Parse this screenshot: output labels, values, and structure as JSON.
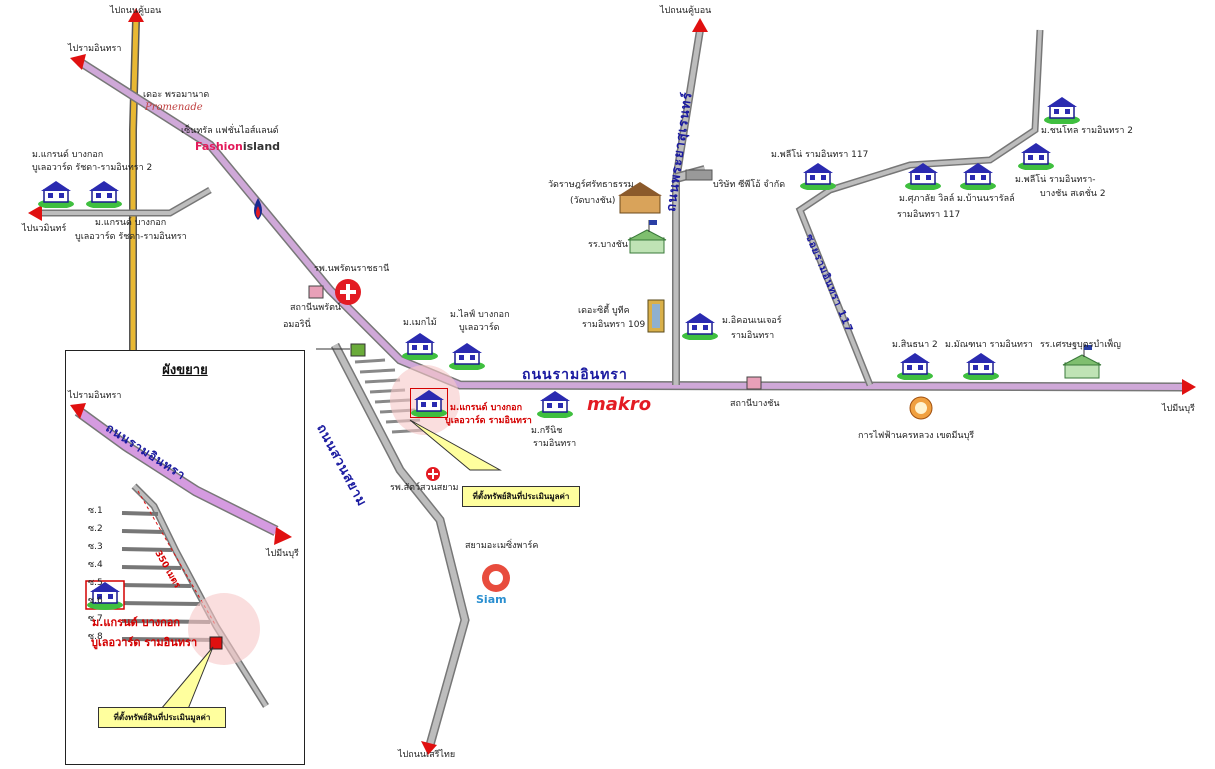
{
  "labels": {
    "to_khubon_left": "ไปถนนคู้บอน",
    "to_ramintra_left": "ไปรามอินทรา",
    "promenade_th": "เดอะ พรอมานาด",
    "promenade_logo": "Promenade",
    "fashion_th": "เซ็นทรัล แฟชั่นไอส์แลนด์",
    "fashion_logo_a": "Fashion",
    "fashion_logo_b": "island",
    "grand_top": "ม.แกรนด์ บางกอก",
    "grand_top2": "บูเลอวาร์ด รัชดา-รามอินทรา 2",
    "to_nawamin": "ไปนวมินทร์",
    "grand_bottom": "ม.แกรนด์ บางกอก",
    "grand_bottom2": "บูเลอวาร์ด รัชดา-รามอินทรา",
    "hospital": "รพ.นพรัตนราชธานี",
    "station_nopparat": "สถานีนพรัตน์",
    "amorini": "อมอรินี่",
    "mae_mai": "ม.เมกไม้",
    "life_bangkok": "ม.ไลฟ์ บางกอก",
    "life_bangkok2": "บูเลอวาร์ด",
    "grand_subject": "ม.แกรนด์ บางกอก",
    "grand_subject2": "บูเลอวาร์ด รามอินทรา",
    "krinich": "ม.กรีนิช",
    "krinich2": "รามอินทรา",
    "makro": "makro",
    "vet_hospital": "รพ.สัตว์สวนสยาม",
    "callout": "ที่ตั้งทรัพย์สินที่ประเมินมูลค่า",
    "siam_park": "สยามอะเมซิ่งพาร์ค",
    "siam_logo": "Siam",
    "to_seri_thai": "ไปถนนเสรีไทย",
    "to_khubon_right": "ไปถนนคู้บอน",
    "wat": "วัดราษฎร์ศรัทธาธรรม",
    "wat2": "(วัดบางชัน)",
    "school_bangchan": "รร.บางชัน",
    "the_city": "เดอะซิตี้ บูทีค",
    "the_city2": "รามอินทรา 109",
    "excellent": "ม.อิคอนเนเจอร์",
    "excellent2": "รามอินทรา",
    "company": "บริษัท ซีพีโอ้ จำกัด",
    "station_bangchan": "สถานีบางชัน",
    "to_minburi": "ไปมีนบุรี",
    "mea": "การไฟฟ้านครหลวง เขตมีนบุรี",
    "sinthana": "ม.สินธนา 2",
    "mantana": "ม.มัณฑนา รามอินทรา",
    "school_right": "รร.เศรษฐบุตรบำเพ็ญ",
    "pleno117": "ม.พลีโน่ รามอินทรา 117",
    "sukalai": "ม.ศุภาลัย วิลล์",
    "sukalai2": "รามอินทรา 117",
    "baan_norarat": "ม.บ้านนรารัลล์",
    "chanthon": "ม.ชนโทล รามอินทรา 2",
    "pleno_bangchan": "ม.พลีโน่ รามอินทรา-",
    "pleno_bangchan2": "บางชัน สเตชั่น 2"
  },
  "roads": {
    "ramintra": "ถนนรามอินทรา",
    "suan_siam": "ถนนสวนสยาม",
    "phraya_suren": "ถนนพระยาสุเรนทร์",
    "soi_ramintra_117": "ซอยรามอินทรา 117"
  },
  "inset": {
    "title": "ผังขยาย",
    "to_ramintra": "ไปรามอินทรา",
    "road": "ถนนรามอินทรา",
    "to_minburi": "ไปมีนบุรี",
    "distance": "350 เมตร",
    "sois": [
      "ซ.1",
      "ซ.2",
      "ซ.3",
      "ซ.4",
      "ซ.5",
      "ซ.6",
      "ซ.7",
      "ซ.8"
    ],
    "subject": "ม.แกรนด์ บางกอก",
    "subject2": "บูเลอวาร์ด รามอินทรา",
    "callout": "ที่ตั้งทรัพย์สินที่ประเมินมูลค่า"
  },
  "colors": {
    "main_road": "#cfa8d8",
    "side_road": "#a6a6a6",
    "highway": "#e8b833",
    "arrow": "#e01010",
    "road_text": "#1a1aa0",
    "subject_text": "#d40000",
    "callout_bg": "#ffff9e"
  }
}
